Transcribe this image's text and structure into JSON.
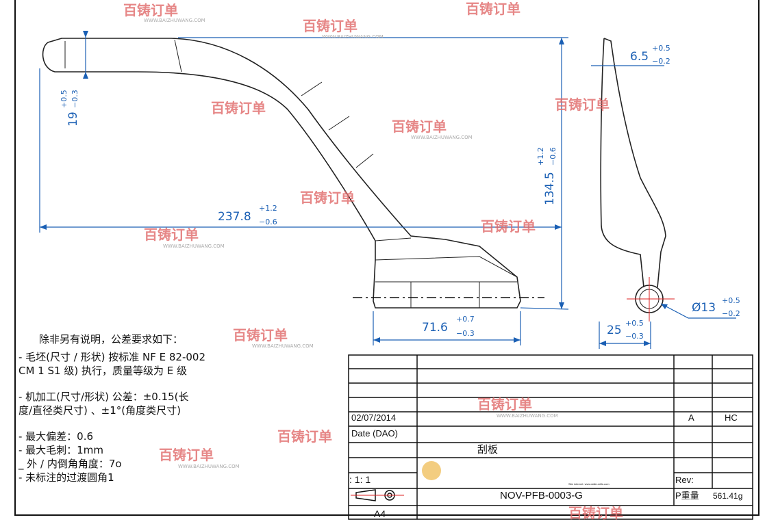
{
  "dimensions": {
    "d19": {
      "value": "19",
      "upper": "+0.5",
      "lower": "−0.3"
    },
    "d237": {
      "value": "237.8",
      "upper": "+1.2",
      "lower": "−0.6"
    },
    "d134": {
      "value": "134.5",
      "upper": "+1.2",
      "lower": "−0.6"
    },
    "d71": {
      "value": "71.6",
      "upper": "+0.7",
      "lower": "−0.3"
    },
    "d6": {
      "value": "6.5",
      "upper": "+0.5",
      "lower": "−0.2"
    },
    "d13": {
      "value": "Ø13",
      "upper": "+0.5",
      "lower": "−0.2"
    },
    "d25": {
      "value": "25",
      "upper": "+0.5",
      "lower": "−0.3"
    }
  },
  "notes": {
    "title": "除非另有说明，公差要求如下：",
    "line1": "- 毛坯(尺寸 / 形状) 按标准 NF E 82-002",
    "line2": "CM 1 S1 级) 执行，质量等级为 E 级",
    "line3": "- 机加工(尺寸/形状) 公差：±0.15(长",
    "line4": "度/直径类尺寸) 、±1°(角度类尺寸)",
    "line5": "- 最大偏差：0.6",
    "line6": "- 最大毛刺：1mm",
    "line7": "_ 外 / 内倒角角度：7o",
    "line8": "- 未标注的过渡圆角1"
  },
  "title_block": {
    "date": "02/07/2014",
    "date_label": "Date (DAO)",
    "rev_letter": "A",
    "author": "HC",
    "part_name": "刮板",
    "scale": ": 1: 1",
    "rev_label": "Rev:",
    "drawing_number": "NOV-PFB-0003-G",
    "weight_label": "P重量",
    "weight": "561.41g",
    "paper_size": "A4",
    "site_text": "Site internet: www.dalle-mills.com"
  },
  "watermark": {
    "brand": "百铸订单",
    "url": "WWW.BAIZHUWANG.COM",
    "color": "#e06a6a"
  },
  "colors": {
    "dimension": "#1a5fb4",
    "center_line": "#d22"
  }
}
